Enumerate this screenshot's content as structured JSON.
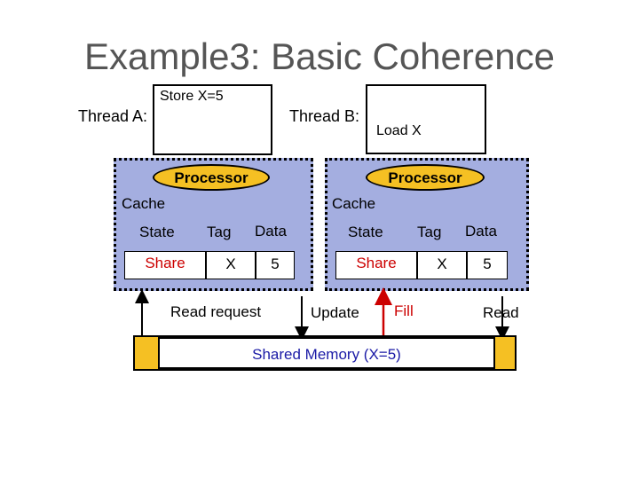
{
  "title": "Example3: Basic Coherence",
  "thread_a": {
    "label": "Thread A:",
    "instruction": "Store X=5"
  },
  "thread_b": {
    "label": "Thread B:",
    "instruction": "Load X"
  },
  "left": {
    "processor": "Processor",
    "cache_label": "Cache",
    "headers": {
      "state": "State",
      "tag": "Tag",
      "data": "Data"
    },
    "row": {
      "state": "Share",
      "tag": "X",
      "data": "5"
    }
  },
  "right": {
    "processor": "Processor",
    "cache_label": "Cache",
    "headers": {
      "state": "State",
      "tag": "Tag",
      "data": "Data"
    },
    "row": {
      "state": "Share",
      "tag": "X",
      "data": "5"
    }
  },
  "arrows": {
    "read_request": "Read request",
    "update": "Update",
    "fill": "Fill",
    "read": "Read"
  },
  "memory": "Shared Memory (X=5)",
  "colors": {
    "processor": "#f5c023",
    "cache": "#a4aee0",
    "memory": "#f5c023",
    "share_text": "#cc0000",
    "fill_arrow": "#cc0000",
    "memory_text": "#1a1aa6"
  }
}
